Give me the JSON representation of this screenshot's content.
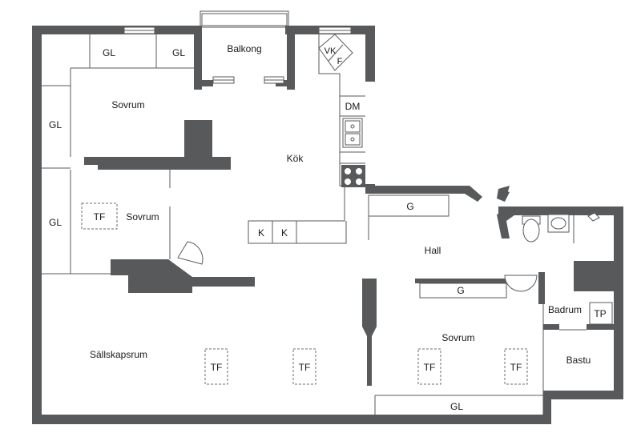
{
  "rooms": {
    "balkong": "Balkong",
    "sovrum_1": "Sovrum",
    "kok": "Kök",
    "sovrum_2": "Sovrum",
    "hall": "Hall",
    "sallskapsrum": "Sällskapsrum",
    "sovrum_3": "Sovrum",
    "badrum": "Badrum",
    "bastu": "Bastu"
  },
  "fixtures": {
    "gl_top_1": "GL",
    "gl_top_2": "GL",
    "gl_left_1": "GL",
    "gl_left_2": "GL",
    "gl_bottom": "GL",
    "vk": "VK",
    "f": "F",
    "dm": "DM",
    "k_1": "K",
    "k_2": "K",
    "g_hall": "G",
    "g_sovrum": "G",
    "tp": "TP",
    "tf_sovrum": "TF",
    "tf_sallskap_1": "TF",
    "tf_sallskap_2": "TF",
    "tf_sovrum3_1": "TF",
    "tf_sovrum3_2": "TF"
  },
  "colors": {
    "wall": "#58595b",
    "background": "#ffffff",
    "text": "#1a1a1a"
  }
}
